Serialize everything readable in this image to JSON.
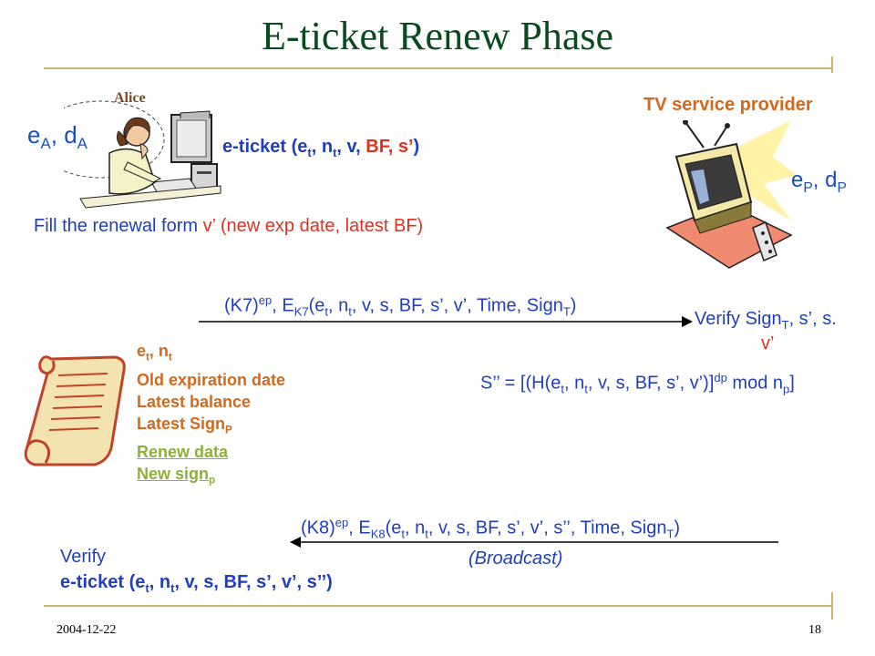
{
  "slide": {
    "title": "E-ticket Renew Phase",
    "date": "2004-12-22",
    "page_number": "18"
  },
  "alice": {
    "name": "Alice",
    "keys_e": "e",
    "keys_e_sub": "A",
    "keys_sep": ", d",
    "keys_d_sub": "A"
  },
  "provider": {
    "name": "TV service provider",
    "keys_e": "e",
    "keys_e_sub": "P",
    "keys_sep": ", d",
    "keys_d_sub": "P"
  },
  "eticket": {
    "prefix": "e-ticket (e",
    "et_sub": "t",
    "mid": ", n",
    "nt_sub": "t",
    "plain": ", v, ",
    "red": "BF, s’",
    "close": ")"
  },
  "fill_form": {
    "blue": "Fill the renewal form ",
    "red": "v’ (new exp date, latest BF)"
  },
  "msg_k7": {
    "p1": "(K7)",
    "sup1": "ep",
    "p2": ", E",
    "sub1": "K7",
    "p3": "(e",
    "sub2": "t",
    "p4": ", n",
    "sub3": "t",
    "p5": ", v, s, BF, s’, v’, Time, Sign",
    "sub4": "T",
    "p6": ")"
  },
  "verify_provider": {
    "line1_a": "Verify Sign",
    "line1_sub": "T",
    "line1_b": ", s’, s.",
    "line2": "v’"
  },
  "s_double": {
    "p1": "S’’ = [(H(e",
    "sub1": "t",
    "p2": ", n",
    "sub2": "t",
    "p3": ", v, s, BF, s’, v’)]",
    "sup1": "dp",
    "p4": " mod n",
    "sub3": "p",
    "p5": "]"
  },
  "scroll_list": {
    "item1_a": "e",
    "item1_sub1": "t",
    "item1_b": ", n",
    "item1_sub2": "t",
    "item2": "Old expiration date",
    "item3": "Latest balance",
    "item4_a": "Latest Sign",
    "item4_sub": "P",
    "item5": "Renew data",
    "item6_a": "New sign",
    "item6_sub": "p"
  },
  "msg_k8": {
    "p1": "(K8)",
    "sup1": "ep",
    "p2": ", E",
    "sub1": "K8",
    "p3": "(e",
    "sub2": "t",
    "p4": ", n",
    "sub3": "t",
    "p5": ", v, s, BF, s’, v’, s’’, Time, Sign",
    "sub4": "T",
    "p6": ")"
  },
  "broadcast": "(Broadcast)",
  "verify_alice": {
    "line1": "Verify",
    "l2_a": "e-ticket (e",
    "l2_sub1": "t",
    "l2_b": ", n",
    "l2_sub2": "t",
    "l2_c": ", v, s, BF, s’, v’, s’’)"
  },
  "colors": {
    "title": "#0b4a1e",
    "text_blue": "#1f3fbf",
    "accent_red": "#e0321e",
    "accent_orange": "#d2691e",
    "accent_olive": "#8fae3a",
    "rule": "#c8b46a"
  }
}
